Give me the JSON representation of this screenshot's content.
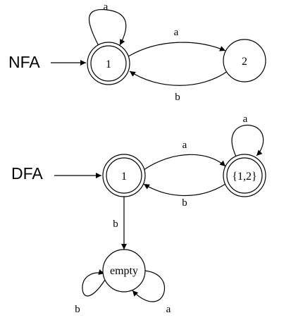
{
  "diagrams": [
    {
      "id": "nfa",
      "label": "NFA",
      "states": [
        {
          "id": "nfa-1",
          "label": "1",
          "accepting": true,
          "start": true
        },
        {
          "id": "nfa-2",
          "label": "2",
          "accepting": false,
          "start": false
        }
      ],
      "transitions": [
        {
          "from": "1",
          "to": "1",
          "symbol": "a"
        },
        {
          "from": "1",
          "to": "2",
          "symbol": "a"
        },
        {
          "from": "2",
          "to": "1",
          "symbol": "b"
        }
      ]
    },
    {
      "id": "dfa",
      "label": "DFA",
      "states": [
        {
          "id": "dfa-1",
          "label": "1",
          "accepting": true,
          "start": true
        },
        {
          "id": "dfa-12",
          "label": "{1,2}",
          "accepting": true,
          "start": false
        },
        {
          "id": "dfa-empty",
          "label": "empty",
          "accepting": false,
          "start": false
        }
      ],
      "transitions": [
        {
          "from": "1",
          "to": "{1,2}",
          "symbol": "a"
        },
        {
          "from": "{1,2}",
          "to": "{1,2}",
          "symbol": "a"
        },
        {
          "from": "{1,2}",
          "to": "1",
          "symbol": "b"
        },
        {
          "from": "1",
          "to": "empty",
          "symbol": "b"
        },
        {
          "from": "empty",
          "to": "empty",
          "symbol": "b"
        },
        {
          "from": "empty",
          "to": "empty",
          "symbol": "a"
        }
      ]
    }
  ]
}
